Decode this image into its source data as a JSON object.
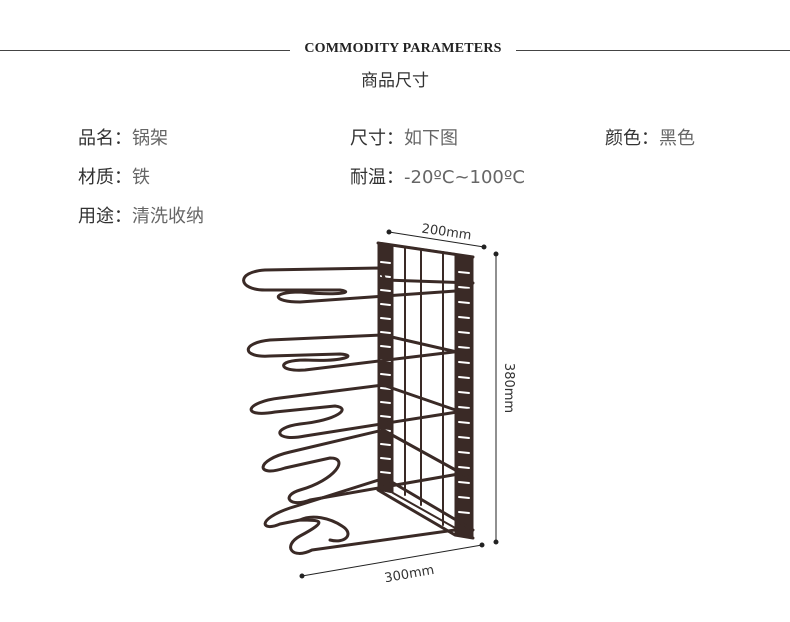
{
  "header": {
    "title_en": "COMMODITY PARAMETERS",
    "title_cn": "商品尺寸"
  },
  "params": [
    {
      "label": "品名：",
      "value": "锅架"
    },
    {
      "label": "尺寸：",
      "value": "如下图"
    },
    {
      "label": "颜色：",
      "value": "黑色"
    },
    {
      "label": "材质：",
      "value": "铁"
    },
    {
      "label": "耐温：",
      "value": "-20ºC~100ºC"
    },
    {
      "label": "用途：",
      "value": "清洗收纳"
    }
  ],
  "dimensions": {
    "width": "200mm",
    "height": "380mm",
    "length": "300mm"
  },
  "colors": {
    "frame": "#3a2a26",
    "rule": "#444444"
  }
}
